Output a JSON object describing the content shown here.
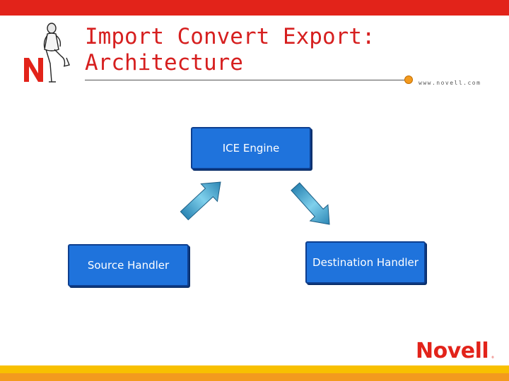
{
  "title_lines": [
    "Import Convert Export:",
    "Architecture"
  ],
  "site_url": "www.novell.com",
  "diagram": {
    "nodes": {
      "ice_engine": "ICE Engine",
      "source_handler": "Source Handler",
      "destination_handler": "Destination Handler"
    }
  },
  "brand": {
    "wordmark": "Novell",
    "trademark": "®"
  },
  "colors": {
    "accent_red": "#e2231a",
    "node_blue": "#1f73dc",
    "arrow_teal": "#4fb0d6",
    "bar_yellow": "#f8c000",
    "bar_orange": "#f39a1e"
  }
}
